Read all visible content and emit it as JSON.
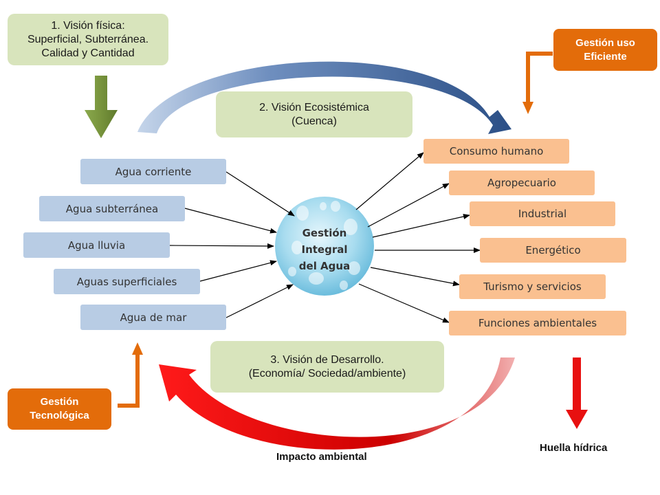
{
  "diagram": {
    "physical_vision": "1. Visión física:\nSuperficial, Subterránea.\nCalidad y Cantidad",
    "ecosystem_vision": "2.  Visión Ecosistémica\n(Cuenca)",
    "development_vision": "3.  Visión de Desarrollo.\n(Economía/ Sociedad/ambiente)",
    "efficient_use": "Gestión uso\nEficiente",
    "technological": "Gestión\nTecnológica",
    "center": "Gestión\nIntegral\ndel Agua",
    "sources": [
      "Agua corriente",
      "Agua subterránea",
      "Agua lluvia",
      "Aguas superficiales",
      "Agua de mar"
    ],
    "uses": [
      "Consumo humano",
      "Agropecuario",
      "Industrial",
      "Energético",
      "Turismo y servicios",
      "Funciones ambientales"
    ],
    "environmental_impact": "Impacto ambiental",
    "water_footprint": "Huella hídrica"
  },
  "colors": {
    "green_box": "#d8e4bc",
    "orange_box": "#e36c0a",
    "source_box": "#b8cce4",
    "use_box": "#fac090",
    "green_arrow": "#77933c",
    "blue_arc": "#2e5c8a",
    "red_arc": "#d40000"
  }
}
